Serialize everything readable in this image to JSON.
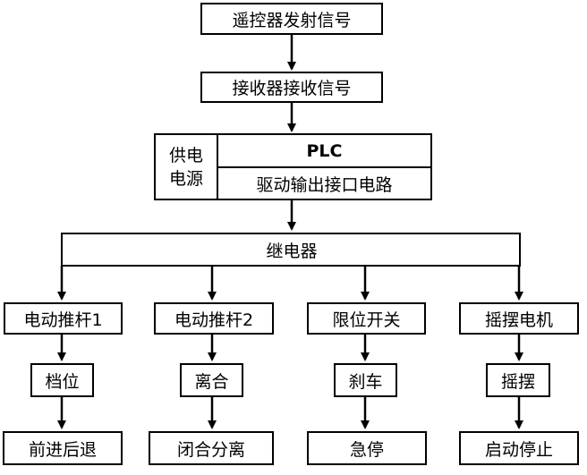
{
  "nodes": {
    "remote": "遥控器发射信号",
    "receiver": "接收器接收信号",
    "power": [
      "供电",
      "电源"
    ],
    "plc": "PLC",
    "driver": "驱动输出接口电路",
    "relay": "继电器",
    "branches": [
      {
        "device": "电动推杆1",
        "mode": "档位",
        "action": "前进后退"
      },
      {
        "device": "电动推杆2",
        "mode": "离合",
        "action": "闭合分离"
      },
      {
        "device": "限位开关",
        "mode": "刹车",
        "action": "急停"
      },
      {
        "device": "摇摆电机",
        "mode": "摇摆",
        "action": "启动停止"
      }
    ]
  }
}
